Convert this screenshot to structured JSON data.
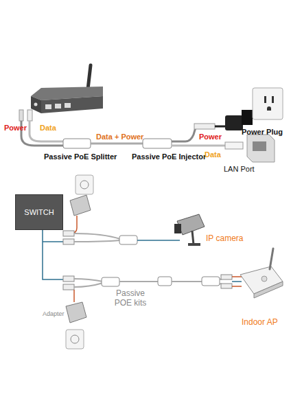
{
  "diagram": {
    "nodes": [
      {
        "text": [
          "SWITCH"
        ]
      }
    ],
    "labels": [
      "Power",
      "Data",
      "Passive PoE Splitter",
      "Data + Power",
      "Passive PoE Injector",
      "Power",
      "Power Plug",
      "Data",
      "LAN Port",
      "IP camera",
      "Passive POE kits",
      "Adapter",
      "Indoor AP"
    ]
  }
}
